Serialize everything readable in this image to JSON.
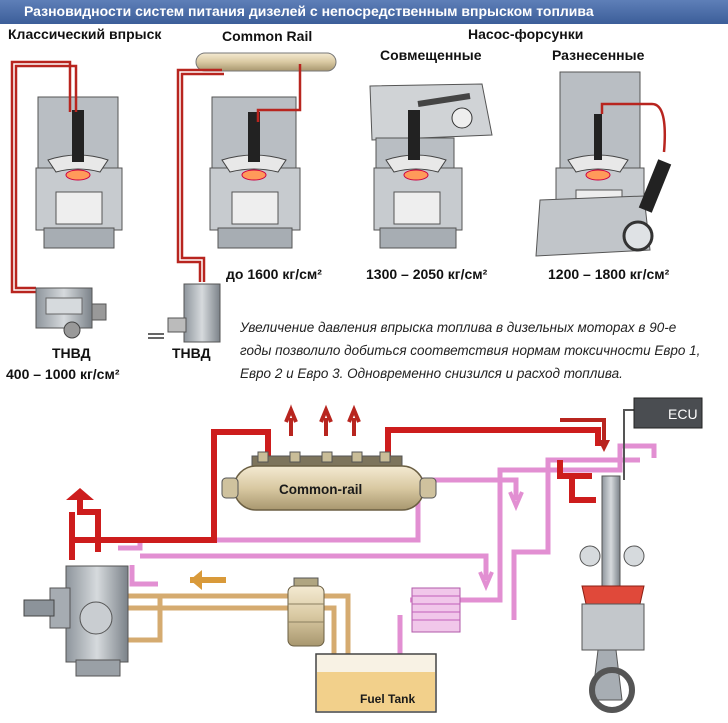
{
  "header": {
    "title": "Разновидности систем питания дизелей с непосредственным впрыском топлива"
  },
  "top": {
    "classic_label": "Классический впрыск",
    "common_rail_label": "Common Rail",
    "unit_injector_label": "Насос-форсунки",
    "combined_label": "Совмещенные",
    "separated_label": "Разнесенные",
    "tnvd_1": "ТНВД",
    "tnvd_2": "ТНВД",
    "pressure_classic": "400 – 1000 кг/см²",
    "pressure_cr": "до 1600 кг/см²",
    "pressure_combined": "1300 – 2050 кг/см²",
    "pressure_separated": "1200 – 1800 кг/см²",
    "note": "Увеличение давления впрыска топлива в дизельных моторах в 90-е годы позволило добиться соответствия нормам токсичности Евро 1, Евро 2 и Евро 3. Одновременно снизился и расход топлива."
  },
  "bottom": {
    "rail_label": "Common-rail",
    "tank_label": "Fuel Tank",
    "ecu_label": "ECU"
  },
  "colors": {
    "banner": "#4a6aa6",
    "high_pressure": "#cc1f1f",
    "return_line": "#e98fd4",
    "supply_line": "#d9b078",
    "fuel": "#f3d28e"
  }
}
